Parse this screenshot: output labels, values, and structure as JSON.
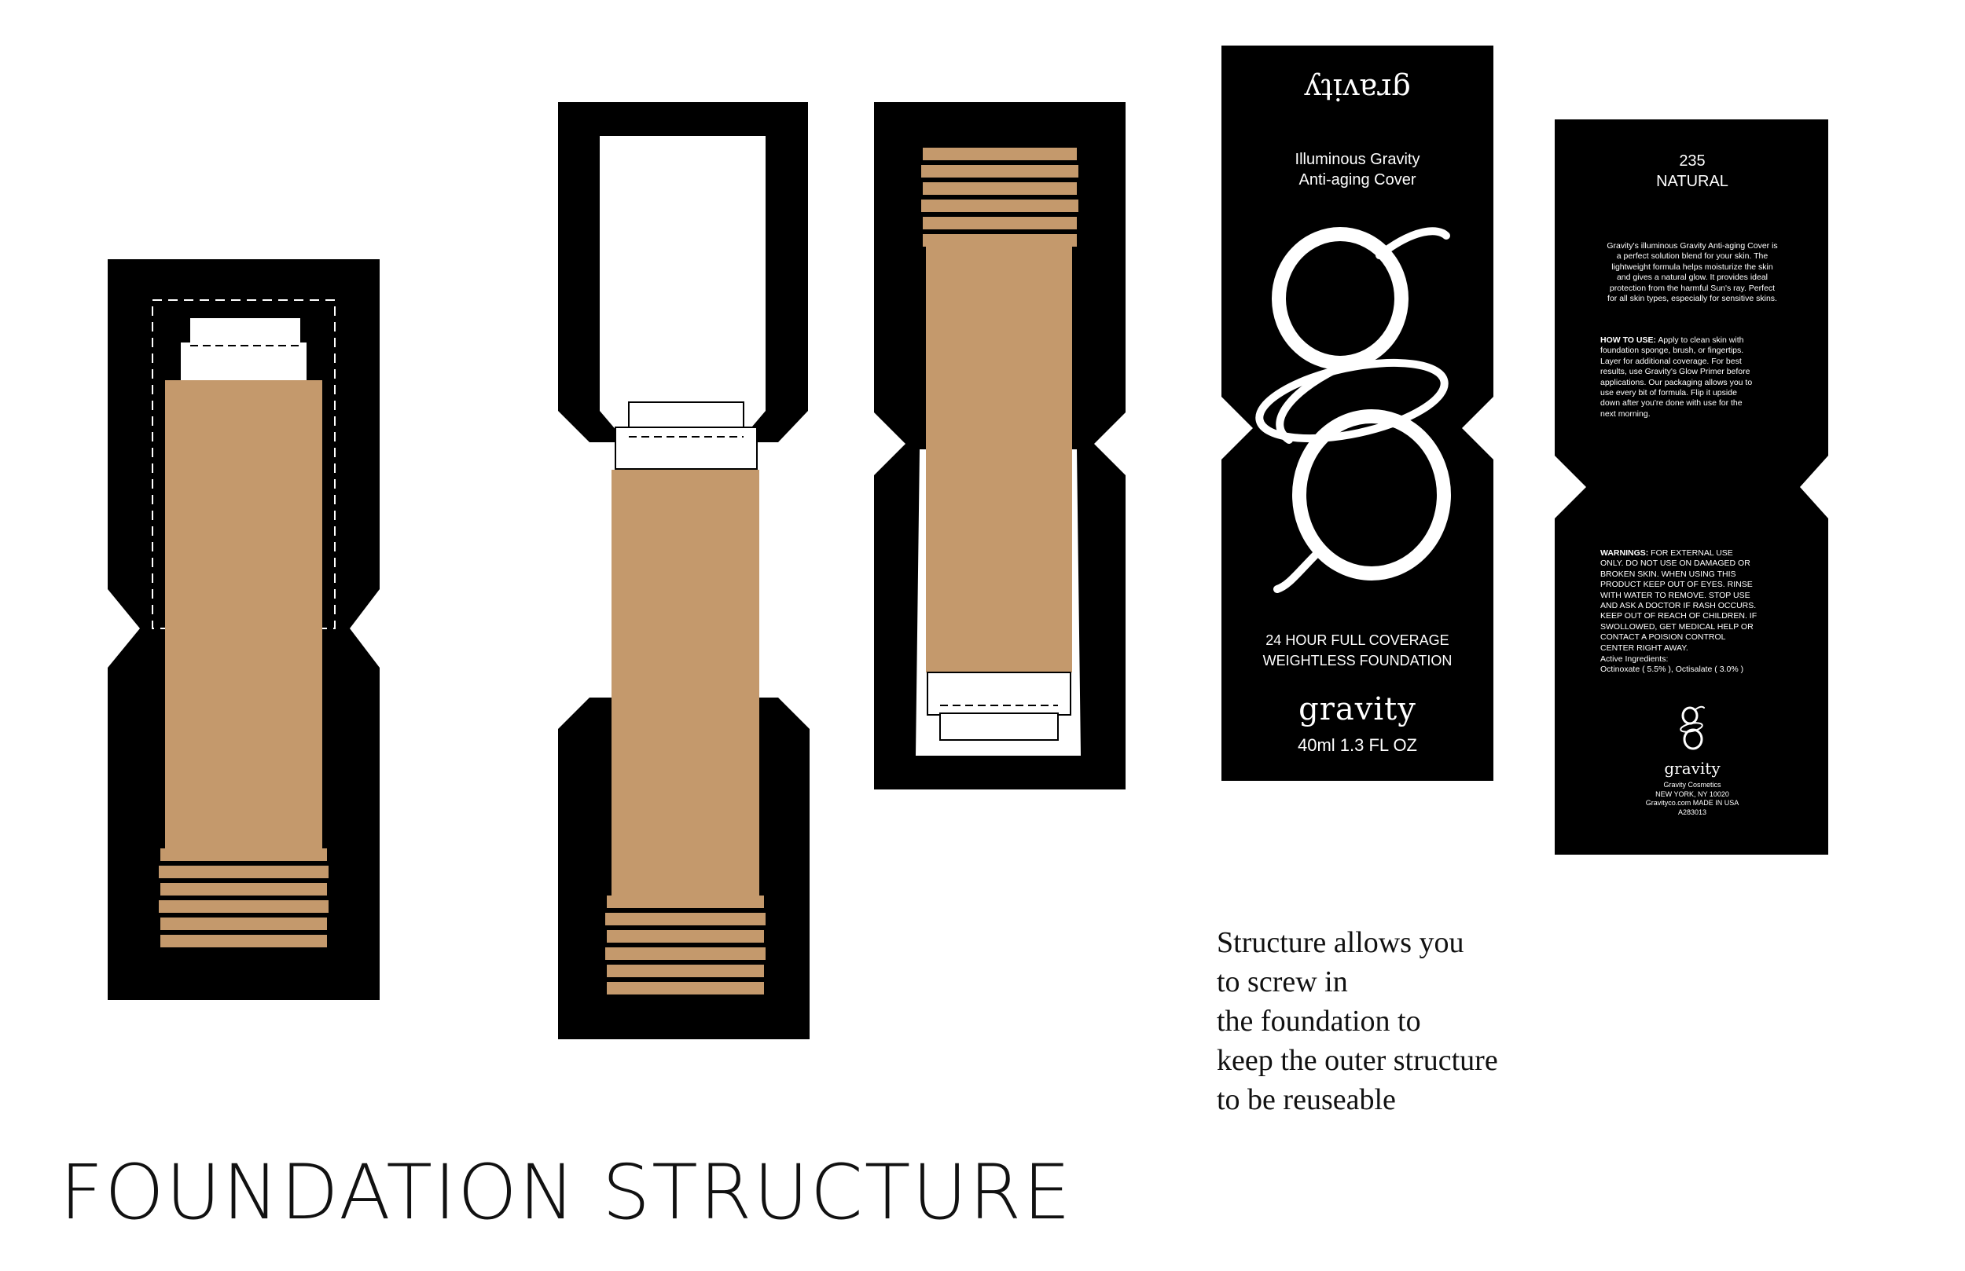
{
  "colors": {
    "box": "#000000",
    "foundation": "#c4996c",
    "background": "#ffffff",
    "text": "#111111"
  },
  "front_panel": {
    "top_brand": "gravity",
    "product_name_line1": "Illuminous Gravity",
    "product_name_line2": "Anti-aging Cover",
    "monogram_icon": "gravity-g-monogram",
    "claim_line1": "24 HOUR FULL COVERAGE",
    "claim_line2": "WEIGHTLESS FOUNDATION",
    "brand": "gravity",
    "volume": "40ml 1.3 FL OZ"
  },
  "back_panel": {
    "shade_number": "235",
    "shade_name": "NATURAL",
    "description": "Gravity's illuminous Gravity Anti-aging Cover is a perfect solution blend for your skin. The lightweight formula helps moisturize the skin and gives a natural glow. It provides ideal protection from the harmful Sun's ray. Perfect for all skin types, especially for sensitive skins.",
    "how_to_use_label": "HOW TO USE:",
    "how_to_use": "Apply to clean skin with foundation sponge, brush, or fingertips. Layer for additional coverage. For best results, use Gravity's Glow Primer before applications. Our packaging allows you to use every bit of formula. Flip it upside down after you're done with use for the next morning.",
    "warnings_label": "WARNINGS:",
    "warnings": "FOR EXTERNAL USE ONLY. DO NOT USE ON DAMAGED OR BROKEN SKIN. WHEN USING THIS PRODUCT KEEP OUT OF EYES. RINSE WITH WATER TO REMOVE. STOP USE AND ASK A DOCTOR IF RASH OCCURS. KEEP OUT OF REACH OF CHILDREN. IF SWOLLOWED, GET MEDICAL HELP OR CONTACT A POISION CONTROL CENTER RIGHT AWAY.",
    "active_label": "Active Ingredients:",
    "active": "Octinoxate ( 5.5% ), Octisalate ( 3.0% )",
    "monogram_icon": "gravity-g-monogram",
    "brand": "gravity",
    "company_line1": "Gravity Cosmetics",
    "company_line2": "NEW YORK, NY 10020",
    "company_line3": "Gravityco.com MADE IN USA",
    "company_line4": "A283013"
  },
  "caption": {
    "line1": "Structure allows you",
    "line2": "to screw in",
    "line3": "the foundation to",
    "line4": "keep the outer structure",
    "line5": "to be reuseable"
  },
  "title": "FOUNDATION STRUCTURE"
}
